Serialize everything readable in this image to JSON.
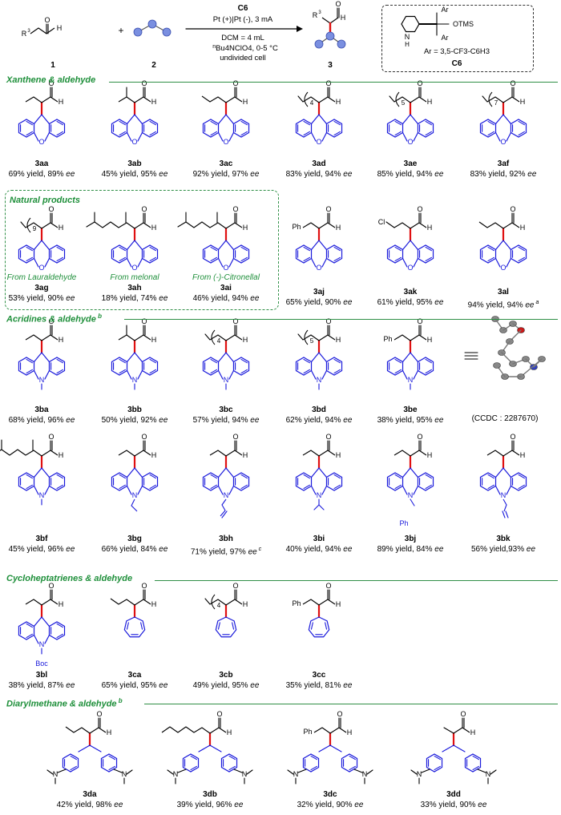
{
  "scheme": {
    "r1_label": "1",
    "r2_label": "2",
    "p_label": "3",
    "r3": "R",
    "r3_sup": "3",
    "aldehyde_h": "H",
    "aldehyde_o": "O",
    "plus": "+",
    "catalyst": "C6",
    "conditions": [
      "Pt (+)|Pt (-), 3 mA",
      "DCM = 4 mL",
      "Bu4NClO4, 0-5 °C",
      "undivided cell"
    ],
    "cond_prefix": "n",
    "cat_ar": "Ar = 3,5-CF3-C6H3",
    "cat_label": "C6",
    "cat_otms": "OTMS",
    "cat_ar_label": "Ar",
    "cat_nh": "N",
    "cat_h": "H"
  },
  "sections": {
    "xanthene": "Xanthene & aldehyde",
    "natural": "Natural products",
    "acridine": "Acridines & aldehyde",
    "acridine_sup": "b",
    "cyclo": "Cycloheptatrienes & aldehyde",
    "diaryl": "Diarylmethane & aldehyde",
    "diaryl_sup": "b"
  },
  "compounds": [
    {
      "id": "3aa",
      "yield": "69% yield, 89% ee"
    },
    {
      "id": "3ab",
      "yield": "45% yield, 95% ee"
    },
    {
      "id": "3ac",
      "yield": "92% yield, 97% ee"
    },
    {
      "id": "3ad",
      "yield": "83% yield, 94% ee",
      "n": "4"
    },
    {
      "id": "3ae",
      "yield": "85% yield, 94% ee",
      "n": "5"
    },
    {
      "id": "3af",
      "yield": "83% yield, 92% ee",
      "n": "7"
    },
    {
      "id": "3ag",
      "yield": "53% yield, 90% ee",
      "n": "9",
      "source": "From Lauraldehyde"
    },
    {
      "id": "3ah",
      "yield": "18% yield, 74% ee",
      "source": "From melonal"
    },
    {
      "id": "3ai",
      "yield": "46% yield, 94% ee",
      "source": "From (-)-Citronellal"
    },
    {
      "id": "3aj",
      "yield": "65% yield, 90% ee",
      "sub": "Ph"
    },
    {
      "id": "3ak",
      "yield": "61% yield, 95% ee",
      "sub": "Cl"
    },
    {
      "id": "3al",
      "yield": "94% yield, 94% ee",
      "note": "a"
    },
    {
      "id": "3ba",
      "yield": "68% yield, 96% ee"
    },
    {
      "id": "3bb",
      "yield": "50% yield, 92% ee"
    },
    {
      "id": "3bc",
      "yield": "57% yield, 94% ee",
      "n": "4"
    },
    {
      "id": "3bd",
      "yield": "62% yield, 94% ee",
      "n": "5"
    },
    {
      "id": "3be",
      "yield": "38% yield, 95% ee",
      "sub": "Ph"
    },
    {
      "id": "3bf",
      "yield": "45% yield, 96% ee"
    },
    {
      "id": "3bg",
      "yield": "66% yield, 84% ee"
    },
    {
      "id": "3bh",
      "yield": "71% yield, 97% ee",
      "note": "c"
    },
    {
      "id": "3bi",
      "yield": "40% yield, 94% ee"
    },
    {
      "id": "3bj",
      "yield": "89% yield, 84% ee",
      "sub": "Ph"
    },
    {
      "id": "3bk",
      "yield": "56% yield,93% ee"
    },
    {
      "id": "3bl",
      "yield": "38% yield, 87% ee",
      "boc": "Boc"
    },
    {
      "id": "3ca",
      "yield": "65% yield, 95% ee"
    },
    {
      "id": "3cb",
      "yield": "49% yield, 95% ee",
      "n": "4"
    },
    {
      "id": "3cc",
      "yield": "35% yield, 81% ee",
      "sub": "Ph"
    },
    {
      "id": "3da",
      "yield": "42% yield, 98% ee"
    },
    {
      "id": "3db",
      "yield": "39% yield, 96% ee"
    },
    {
      "id": "3dc",
      "yield": "32% yield, 90% ee",
      "sub": "Ph"
    },
    {
      "id": "3dd",
      "yield": "33% yield, 90% ee"
    }
  ],
  "atoms": {
    "o": "O",
    "h": "H",
    "n": "N"
  },
  "xray": {
    "ccdc": "(CCDC : 2287670)"
  },
  "colors": {
    "core": "#1a1adb",
    "bond": "#e01010",
    "section": "#1e8f3a",
    "bead": "#7a8fe0"
  }
}
